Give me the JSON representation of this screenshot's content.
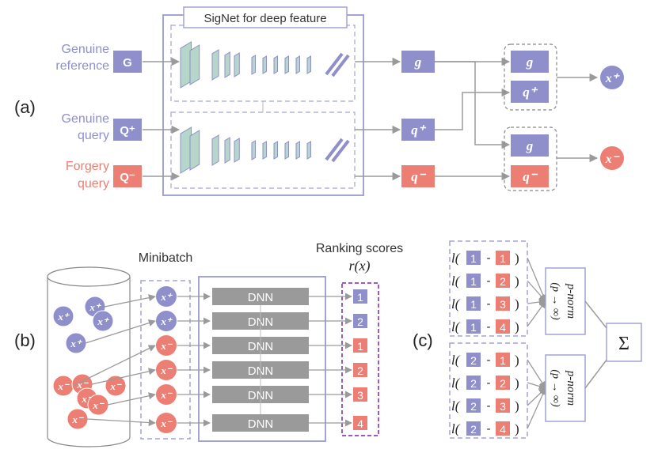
{
  "colors": {
    "blue": "#8f8fcc",
    "blue_text": "#8f8fcc",
    "red": "#ec7e73",
    "red_text": "#ec7e73",
    "gray_box": "#9a9a9a",
    "frame": "#a3a3d6",
    "purple_dash": "#9b5ac4",
    "arrow": "#9a9a9a",
    "cnn_fill": "#b5d6c9",
    "cnn_edge": "#8f8fcc"
  },
  "panel_a": {
    "label": "(a)",
    "signet_title": "SigNet for deep feature",
    "inputs": [
      {
        "line1": "Genuine",
        "line2": "reference",
        "box": "G",
        "color": "blue"
      },
      {
        "line1": "Genuine",
        "line2": "query",
        "box": "Q⁺",
        "color": "blue"
      },
      {
        "line1": "Forgery",
        "line2": "query",
        "box": "Q⁻",
        "color": "red"
      }
    ],
    "features": {
      "g": "g",
      "q_pos": "q⁺",
      "q_neg": "q⁻"
    },
    "pair_pos": {
      "top": "g",
      "bottom": "q⁺"
    },
    "pair_neg": {
      "top": "g",
      "bottom": "q⁻"
    },
    "outputs": {
      "pos": "x⁺",
      "neg": "x⁻"
    }
  },
  "panel_b": {
    "label": "(b)",
    "minibatch_title": "Minibatch",
    "ranking_title": "Ranking scores",
    "ranking_formula": "r(x)",
    "pool_pos": [
      "x⁺",
      "x⁺",
      "x⁺",
      "x⁺"
    ],
    "pool_neg": [
      "x⁻",
      "x⁻",
      "x⁻",
      "x⁻",
      "x⁻",
      "x⁻"
    ],
    "minibatch": [
      "x⁺",
      "x⁺",
      "x⁻",
      "x⁻",
      "x⁻",
      "x⁻"
    ],
    "dnn_label": "DNN",
    "ranks": [
      {
        "value": "1",
        "color": "blue"
      },
      {
        "value": "2",
        "color": "blue"
      },
      {
        "value": "1",
        "color": "red"
      },
      {
        "value": "2",
        "color": "red"
      },
      {
        "value": "3",
        "color": "red"
      },
      {
        "value": "4",
        "color": "red"
      }
    ]
  },
  "panel_c": {
    "label": "(c)",
    "loss_prefix": "l(",
    "loss_suffix": ")",
    "minus": "-",
    "groups": [
      {
        "pos": "1",
        "negs": [
          "1",
          "2",
          "3",
          "4"
        ]
      },
      {
        "pos": "2",
        "negs": [
          "1",
          "2",
          "3",
          "4"
        ]
      }
    ],
    "norm_label": "p-norm",
    "norm_limit": "(p → ∞)",
    "sum_symbol": "Σ"
  }
}
